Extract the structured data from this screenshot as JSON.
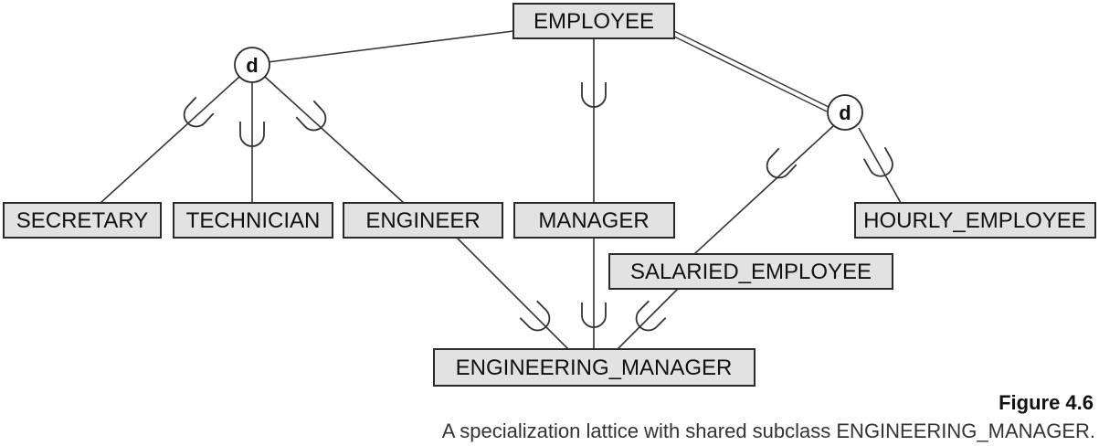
{
  "entities": {
    "employee": "EMPLOYEE",
    "secretary": "SECRETARY",
    "technician": "TECHNICIAN",
    "engineer": "ENGINEER",
    "manager": "MANAGER",
    "hourly_employee": "HOURLY_EMPLOYEE",
    "salaried_employee": "SALARIED_EMPLOYEE",
    "engineering_manager": "ENGINEERING_MANAGER"
  },
  "disjoint_nodes": {
    "left": "d",
    "right": "d"
  },
  "figure": {
    "number": "Figure 4.6",
    "caption": "A specialization lattice with shared subclass ENGINEERING_MANAGER."
  }
}
